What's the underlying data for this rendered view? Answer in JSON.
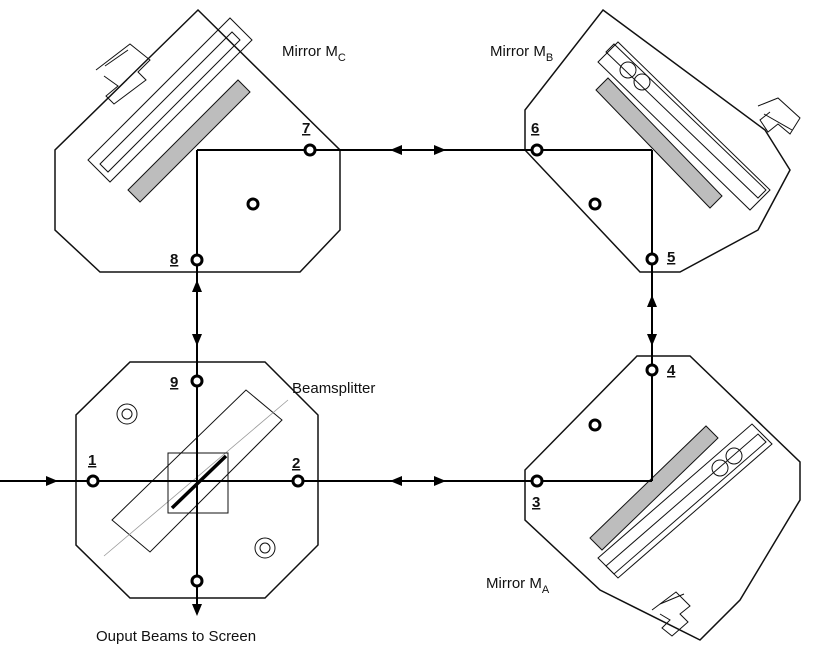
{
  "mirrors": {
    "c": {
      "name": "Mirror M",
      "sub": "C"
    },
    "b": {
      "name": "Mirror M",
      "sub": "B"
    },
    "a": {
      "name": "Mirror M",
      "sub": "A"
    }
  },
  "beamsplitter": {
    "label": "Beamsplitter"
  },
  "output": {
    "label": "Ouput Beams to Screen"
  },
  "points": [
    "1",
    "2",
    "3",
    "4",
    "5",
    "6",
    "7",
    "8",
    "9"
  ]
}
